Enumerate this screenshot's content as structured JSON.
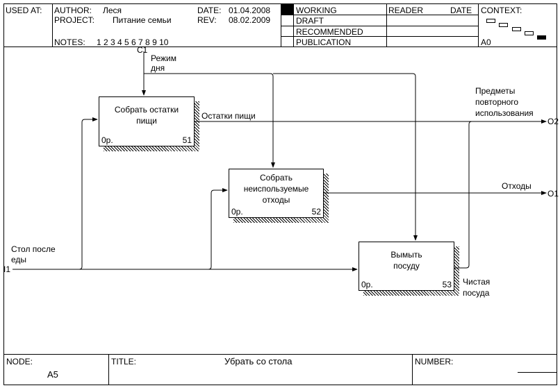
{
  "header": {
    "used_at_label": "USED AT:",
    "author_label": "AUTHOR:",
    "author_value": "Леся",
    "project_label": "PROJECT:",
    "project_value": "Питание семьи",
    "date_label": "DATE:",
    "date_value": "01.04.2008",
    "rev_label": "REV:",
    "rev_value": "08.02.2009",
    "notes_label": "NOTES:",
    "notes_values": "1  2  3  4  5  6  7  8  9  10",
    "status_working": "WORKING",
    "status_draft": "DRAFT",
    "status_recommended": "RECOMMENDED",
    "status_publication": "PUBLICATION",
    "reader_label": "READER",
    "reader_date_label": "DATE",
    "context_label": "CONTEXT:",
    "context_node": "A0"
  },
  "diagram": {
    "control_code": "C1",
    "control_label": "Режим\nдня",
    "input_code": "I1",
    "input_label": "Стол после\nеды",
    "output1_code": "O1",
    "output1_label": "Отходы",
    "output2_code": "O2",
    "output2_label": "Предметы\nповторного\nиспользования",
    "arrow_leftovers_label": "Остатки пищи",
    "arrow_clean_label": "Чистая\nпосуда",
    "activities": [
      {
        "name": "Собрать остатки пищи",
        "cost": "0р.",
        "number": "51"
      },
      {
        "name": "Собрать неиспользуемые отходы",
        "cost": "0р.",
        "number": "52"
      },
      {
        "name": "Вымыть посуду",
        "cost": "0р.",
        "number": "53"
      }
    ]
  },
  "footer": {
    "node_label": "NODE:",
    "node_value": "A5",
    "title_label": "TITLE:",
    "title_value": "Убрать  со стола",
    "number_label": "NUMBER:"
  }
}
